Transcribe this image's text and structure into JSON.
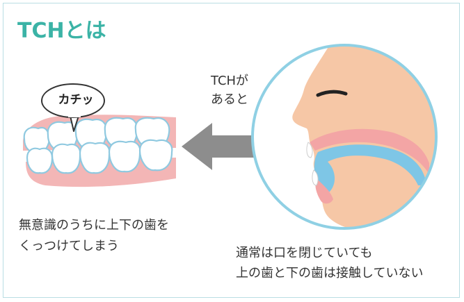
{
  "title": "TCHとは",
  "bubble": "カチッ",
  "arrow_label": [
    "TCHが",
    "あると"
  ],
  "left_caption": [
    "無意識のうちに上下の歯を",
    "くっつけてしまう"
  ],
  "right_caption": [
    "通常は口を閉じていても",
    "上の歯と下の歯は接触していない"
  ],
  "colors": {
    "accent": "#3bb3a6",
    "border": "#b9dde3",
    "gum": "#f3b6b6",
    "skin": "#f6c7a6",
    "circle": "#8fd0e4",
    "arrow": "#8d8d8d",
    "tongue": "#7ec6e6"
  }
}
